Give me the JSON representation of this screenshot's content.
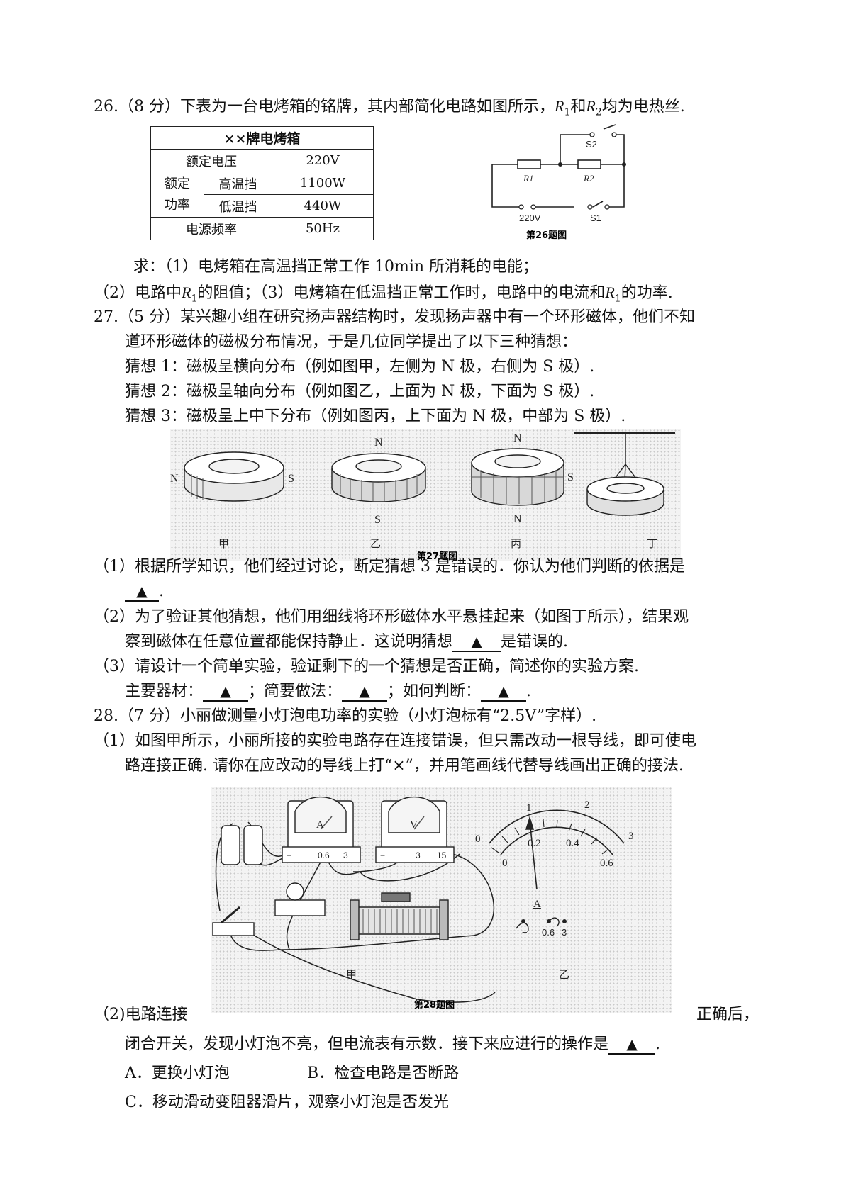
{
  "q26": {
    "stem": "26.（8 分）下表为一台电烤箱的铭牌，其内部简化电路如图所示，R1 和 R2 均为电热丝.",
    "stem_a": "26.（8 分）下表为一台电烤箱的铭牌，其内部简化电路如图所示，",
    "stem_r1": "R",
    "stem_mid": "和",
    "stem_end": "均为电热丝.",
    "table": {
      "title": "××牌电烤箱",
      "rated_voltage_label": "额定电压",
      "rated_voltage": "220V",
      "rated_power_label_1": "额定",
      "rated_power_label_2": "功率",
      "high_label": "高温挡",
      "high_value": "1100W",
      "low_label": "低温挡",
      "low_value": "440W",
      "freq_label": "电源频率",
      "freq_value": "50Hz"
    },
    "circuit": {
      "r1": "R1",
      "r2": "R2",
      "s1": "S1",
      "s2": "S2",
      "source": "220V",
      "caption": "第26题图"
    },
    "ask1": "求：（1）电烤箱在高温挡正常工作 10min 所消耗的电能；",
    "ask2_a": "（2）电路中",
    "ask2_b": "的阻值；（3）电烤箱在低温挡正常工作时，电路中的电流和",
    "ask2_c": "的功率."
  },
  "q27": {
    "line1": "27.（5 分）某兴趣小组在研究扬声器结构时，发现扬声器中有一个环形磁体，他们不知",
    "line2": "道环形磁体的磁极分布情况，于是几位同学提出了以下三种猜想：",
    "guess1": "猜想 1：磁极呈横向分布（例如图甲，左侧为 N 极，右侧为 S 极）.",
    "guess2": "猜想 2：磁极呈轴向分布（例如图乙，上面为 N 极，下面为 S 极）.",
    "guess3": "猜想 3：磁极呈上中下分布（例如图丙，上下面为 N 极，中部为 S 极）.",
    "figure": {
      "n": "N",
      "s": "S",
      "labels": [
        "甲",
        "乙",
        "丙",
        "丁"
      ],
      "caption": "第27题图"
    },
    "sub1_a": "（1）根据所学知识，他们经过讨论，断定猜想  3  是错误的．你认为他们判断的依据是",
    "sub1_b": ".",
    "sub2_a": "（2）为了验证其他猜想，他们用细线将环形磁体水平悬挂起来（如图丁所示），结果观",
    "sub2_b1": "察到磁体在任意位置都能保持静止．这说明猜想",
    "sub2_b2": "是错误的.",
    "sub3_a": "（3）请设计一个简单实验，验证剩下的一个猜想是否正确，简述你的实验方案.",
    "sub3_b1": "主要器材：",
    "sub3_b2": "；简要做法：",
    "sub3_b3": "；如何判断：",
    "sub3_b4": "."
  },
  "q28": {
    "line1": "28.（7 分）小丽做测量小灯泡电功率的实验（小灯泡标有“2.5V”字样）.",
    "sub1_a": "（1）如图甲所示，小丽所接的实验电路存在连接错误，但只需改动一根导线，即可使电",
    "sub1_b": "路连接正确. 请你在应改动的导线上打“×”，并用笔画线代替导线画出正确的接法.",
    "figure": {
      "ammeter": "A",
      "voltmeter": "V",
      "a_terms": [
        "−",
        "0.6",
        "3"
      ],
      "v_terms": [
        "−",
        "3",
        "15"
      ],
      "dial_top": [
        "0",
        "1",
        "2",
        "3"
      ],
      "dial_bottom": [
        "0",
        "0.2",
        "0.4",
        "0.6"
      ],
      "dial_name": "A",
      "dial_terms": [
        "−",
        "0.6",
        "3"
      ],
      "labels": [
        "甲",
        "乙"
      ],
      "caption": "第28题图"
    },
    "sub2_a": "（2)电路连接",
    "sub2_b": "正确后，",
    "sub2_c1": "闭合开关，发现小灯泡不亮，但电流表有示数．接下来应进行的操作是",
    "sub2_c2": ".",
    "opt_a": "A．更换小灯泡",
    "opt_b": "B．检查电路是否断路",
    "opt_c": "C．移动滑动变阻器滑片，观察小灯泡是否发光"
  },
  "blank_mark": "▲"
}
